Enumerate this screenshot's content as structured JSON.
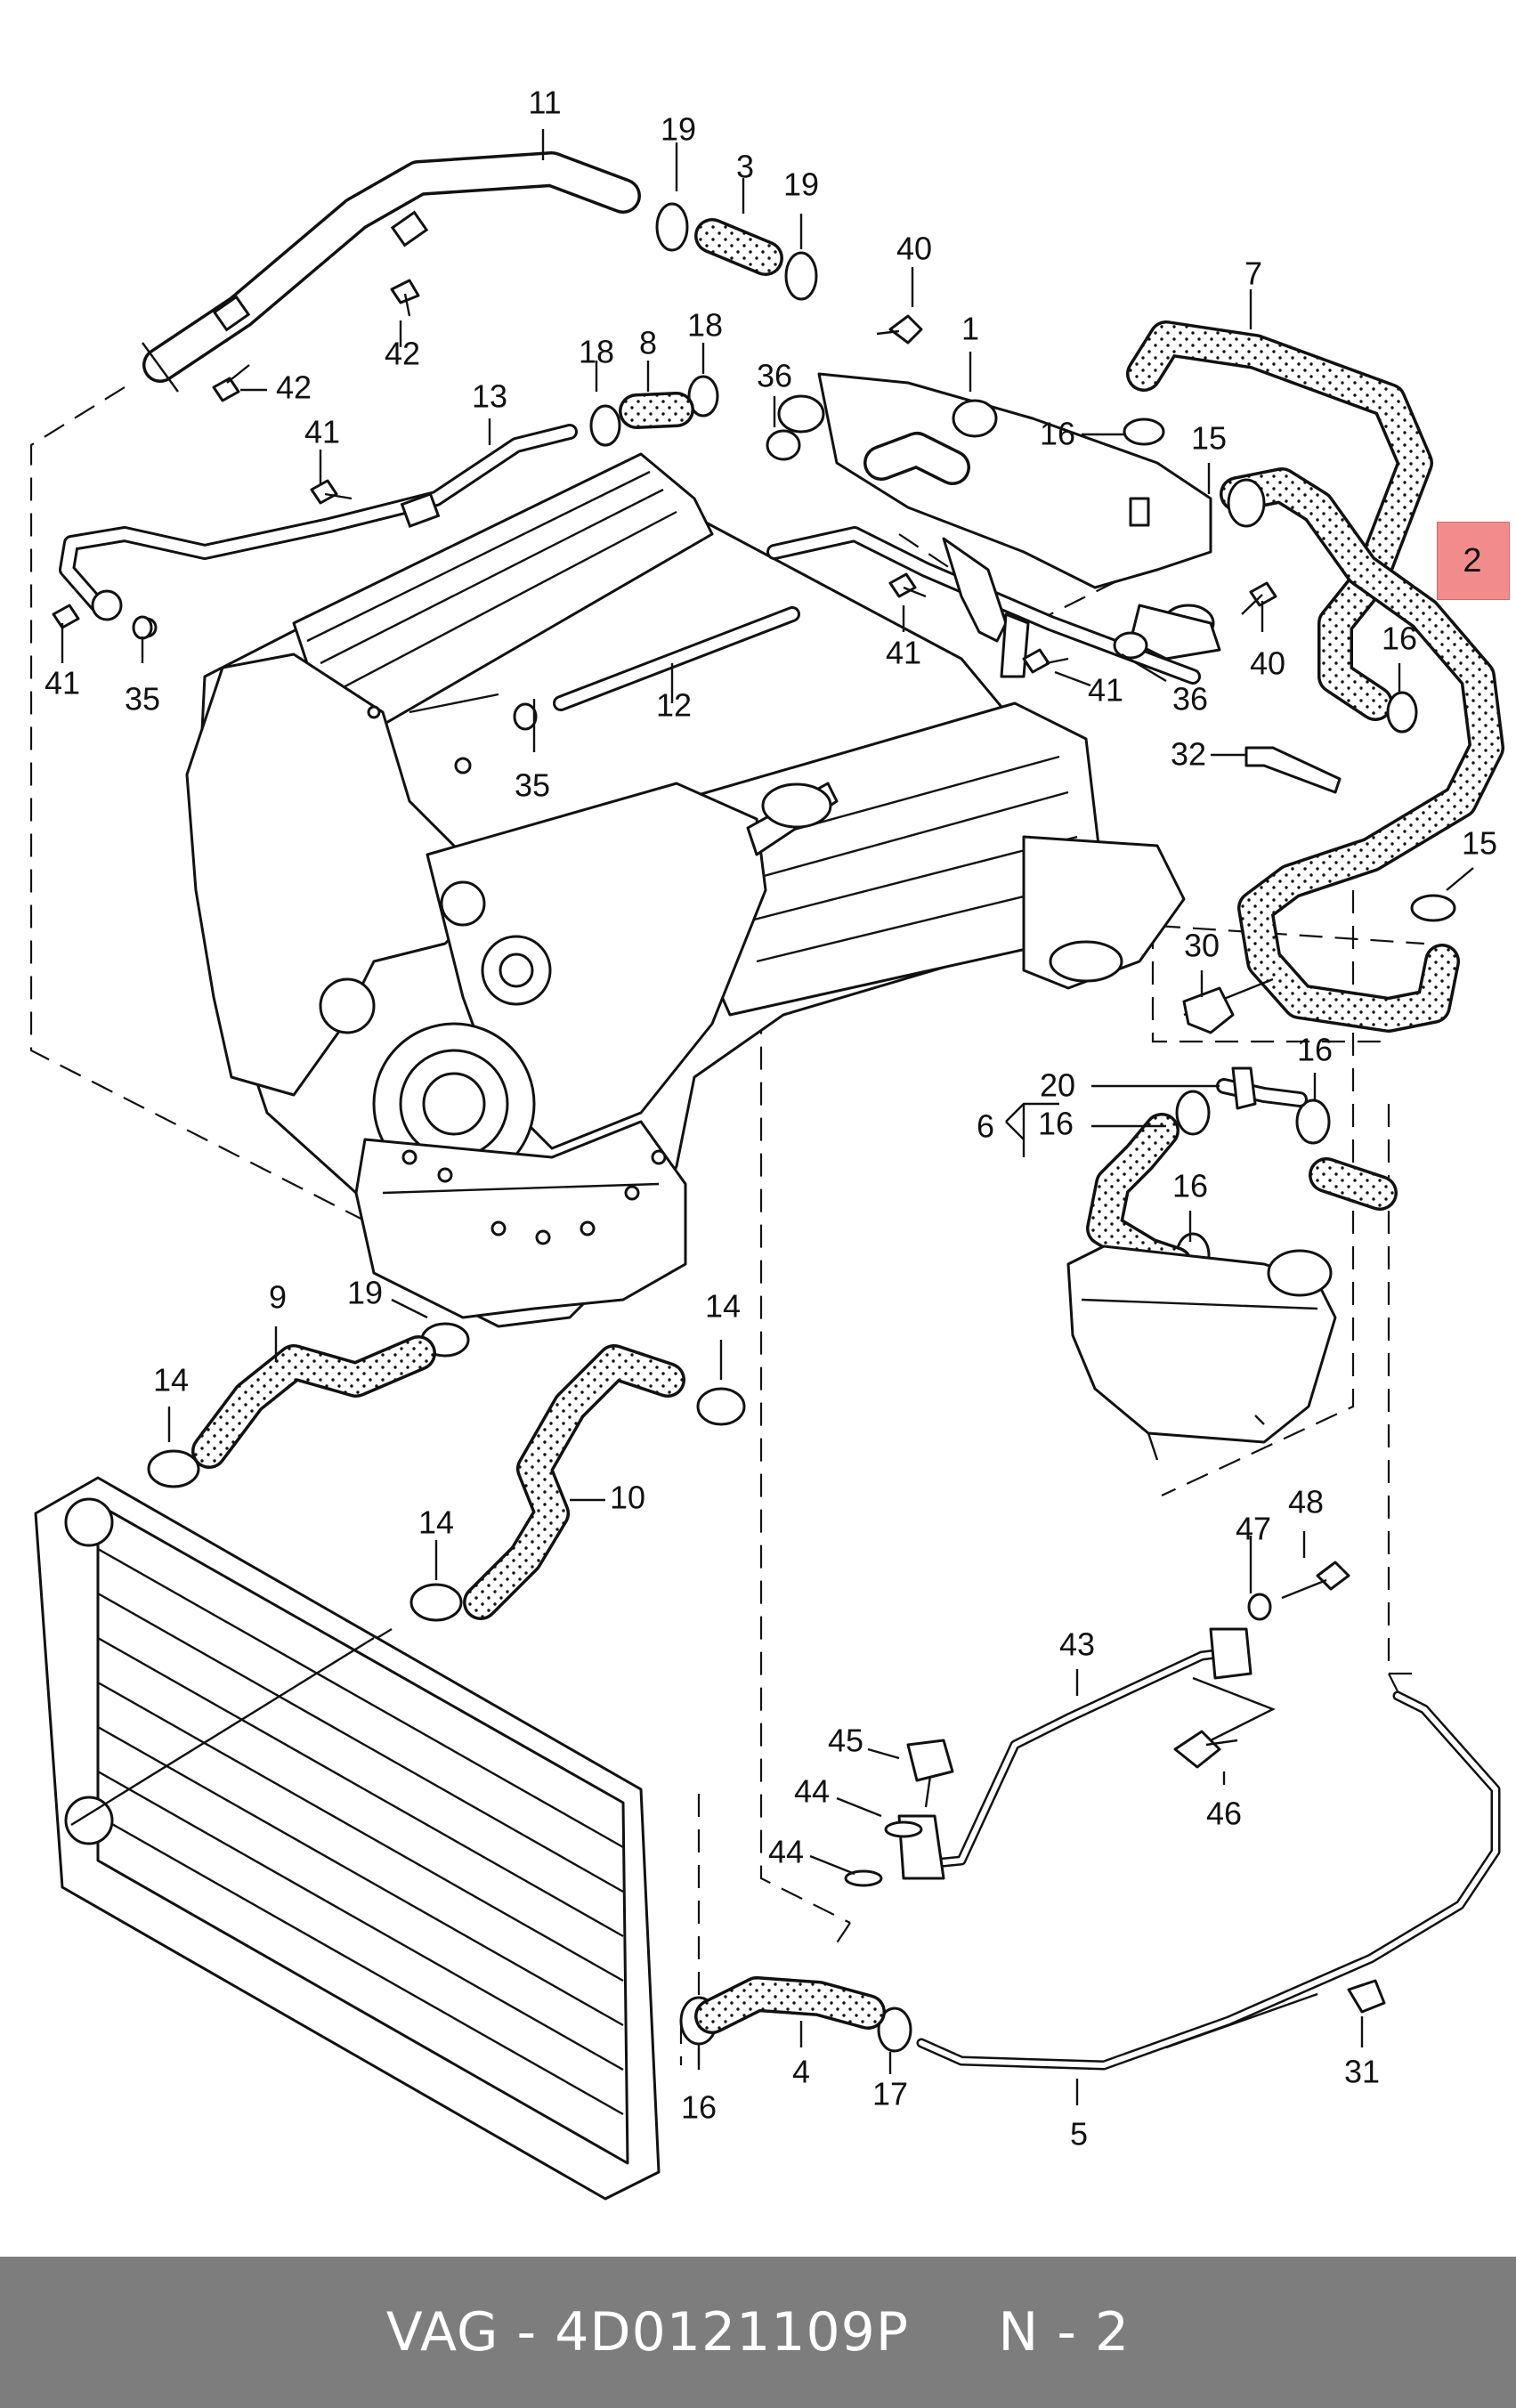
{
  "footer": {
    "text": "VAG - 4D0121109P     N - 2"
  },
  "highlight": {
    "label": "2",
    "color": "#f28c8c"
  },
  "callouts": [
    "11",
    "19",
    "3",
    "19",
    "40",
    "1",
    "7",
    "18",
    "8",
    "18",
    "36",
    "42",
    "42",
    "13",
    "41",
    "16",
    "15",
    "2",
    "41",
    "35",
    "41",
    "41",
    "36",
    "40",
    "16",
    "12",
    "35",
    "32",
    "15",
    "30",
    "20",
    "16",
    "16",
    "6",
    "16",
    "9",
    "19",
    "14",
    "14",
    "10",
    "14",
    "47",
    "48",
    "43",
    "45",
    "46",
    "44",
    "44",
    "16",
    "4",
    "17",
    "5",
    "31"
  ],
  "colors": {
    "footer_bg": "#7d7d7d",
    "footer_text": "#ffffff",
    "line": "#111111"
  }
}
